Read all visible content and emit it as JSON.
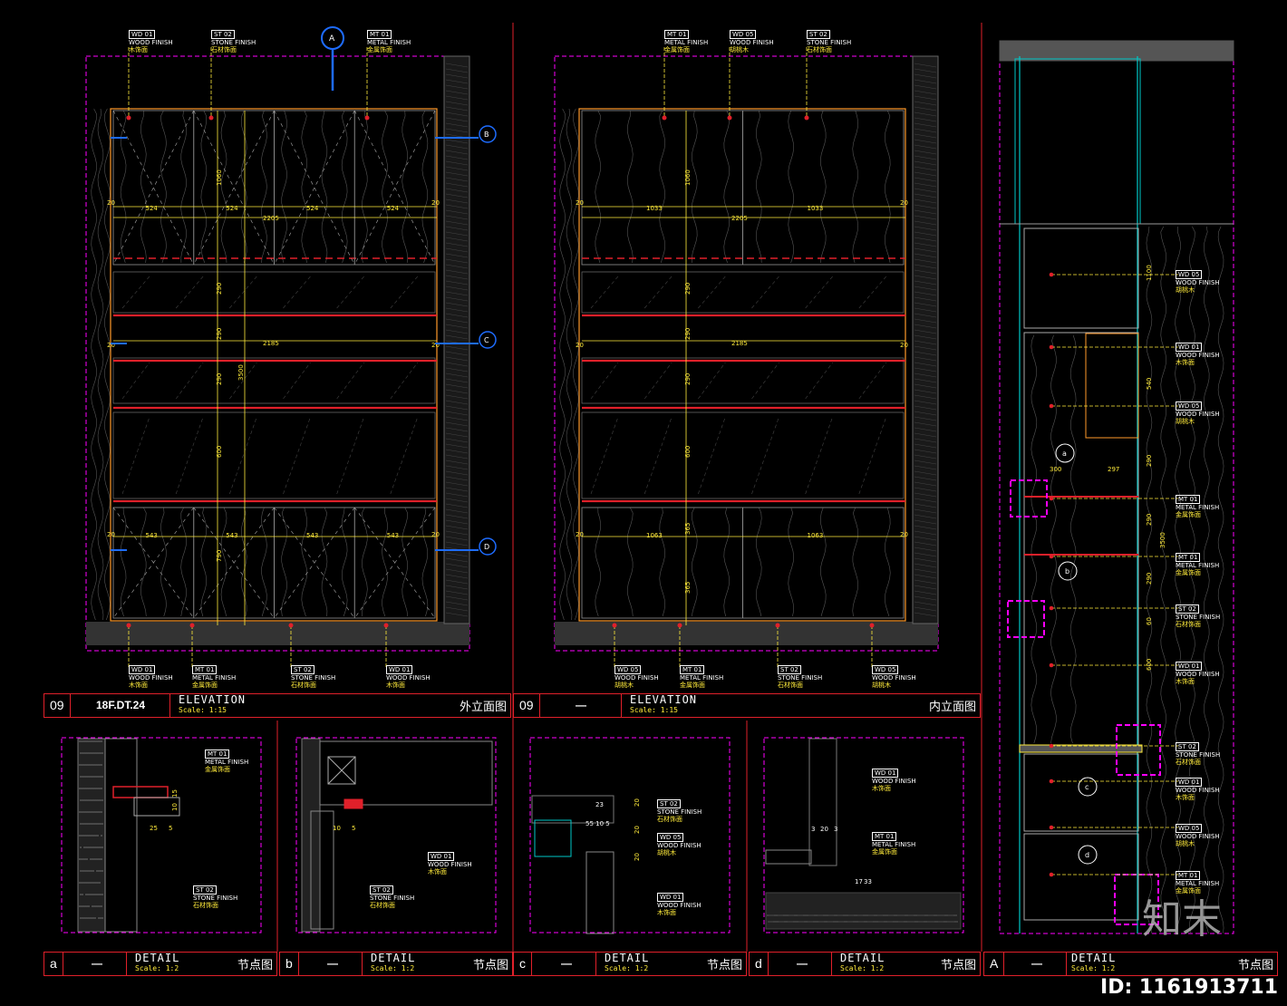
{
  "sheets": {
    "elev_outer": {
      "id": "09",
      "ref": "18F.DT.24",
      "title": "ELEVATION",
      "scale": "Scale: 1:15",
      "cn": "外立面图"
    },
    "elev_inner": {
      "id": "09",
      "ref": "—",
      "title": "ELEVATION",
      "scale": "Scale: 1:15",
      "cn": "内立面图"
    },
    "detail_a": {
      "id": "a",
      "ref": "—",
      "title": "DETAIL",
      "scale": "Scale: 1:2",
      "cn": "节点图"
    },
    "detail_b": {
      "id": "b",
      "ref": "—",
      "title": "DETAIL",
      "scale": "Scale: 1:2",
      "cn": "节点图"
    },
    "detail_c": {
      "id": "c",
      "ref": "—",
      "title": "DETAIL",
      "scale": "Scale: 1:2",
      "cn": "节点图"
    },
    "detail_d": {
      "id": "d",
      "ref": "—",
      "title": "DETAIL",
      "scale": "Scale: 1:2",
      "cn": "节点图"
    },
    "section_A": {
      "id": "A",
      "ref": "—",
      "title": "DETAIL",
      "scale": "Scale: 1:2",
      "cn": "节点图"
    }
  },
  "tags": {
    "t1": {
      "code": "WD 01",
      "name": "WOOD FINISH",
      "zh": "木饰面"
    },
    "t2": {
      "code": "ST 02",
      "name": "STONE FINISH",
      "zh": "石材饰面"
    },
    "t3": {
      "code": "MT 01",
      "name": "METAL FINISH",
      "zh": "金属饰面"
    },
    "t4": {
      "code": "MT 01",
      "name": "METAL FINISH",
      "zh": "金属饰面"
    },
    "t5": {
      "code": "WD 05",
      "name": "WOOD FINISH",
      "zh": "胡桃木"
    },
    "t6": {
      "code": "ST 02",
      "name": "STONE FINISH",
      "zh": "石材饰面"
    },
    "b1": {
      "code": "WD 01",
      "name": "WOOD FINISH",
      "zh": "木饰面"
    },
    "b2": {
      "code": "MT 01",
      "name": "METAL FINISH",
      "zh": "金属饰面"
    },
    "b3": {
      "code": "ST 02",
      "name": "STONE FINISH",
      "zh": "石材饰面"
    },
    "b4": {
      "code": "WD 01",
      "name": "WOOD FINISH",
      "zh": "木饰面"
    },
    "b5": {
      "code": "WD 05",
      "name": "WOOD FINISH",
      "zh": "胡桃木"
    },
    "b6": {
      "code": "MT 01",
      "name": "METAL FINISH",
      "zh": "金属饰面"
    },
    "b7": {
      "code": "ST 02",
      "name": "STONE FINISH",
      "zh": "石材饰面"
    },
    "b8": {
      "code": "WD 05",
      "name": "WOOD FINISH",
      "zh": "胡桃木"
    },
    "r1": {
      "code": "WD 05",
      "name": "WOOD FINISH",
      "zh": "胡桃木"
    },
    "r2": {
      "code": "WD 01",
      "name": "WOOD FINISH",
      "zh": "木饰面"
    },
    "r3": {
      "code": "WD 05",
      "name": "WOOD FINISH",
      "zh": "胡桃木"
    },
    "r4": {
      "code": "MT 01",
      "name": "METAL FINISH",
      "zh": "金属饰面"
    },
    "r5": {
      "code": "MT 01",
      "name": "METAL FINISH",
      "zh": "金属饰面"
    },
    "r6": {
      "code": "ST 02",
      "name": "STONE FINISH",
      "zh": "石材饰面"
    },
    "r7": {
      "code": "WD 01",
      "name": "WOOD FINISH",
      "zh": "木饰面"
    },
    "r8": {
      "code": "ST 02",
      "name": "STONE FINISH",
      "zh": "石材饰面"
    },
    "r9": {
      "code": "WD 01",
      "name": "WOOD FINISH",
      "zh": "木饰面"
    },
    "r10": {
      "code": "WD 05",
      "name": "WOOD FINISH",
      "zh": "胡桃木"
    },
    "r11": {
      "code": "MT 01",
      "name": "METAL FINISH",
      "zh": "金属饰面"
    },
    "da1": {
      "code": "MT 01",
      "name": "METAL FINISH",
      "zh": "金属饰面"
    },
    "da2": {
      "code": "ST 02",
      "name": "STONE FINISH",
      "zh": "石材饰面"
    },
    "db1": {
      "code": "WD 01",
      "name": "WOOD FINISH",
      "zh": "木饰面"
    },
    "db2": {
      "code": "ST 02",
      "name": "STONE FINISH",
      "zh": "石材饰面"
    },
    "dc1": {
      "code": "ST 02",
      "name": "STONE FINISH",
      "zh": "石材饰面"
    },
    "dc2": {
      "code": "WD 05",
      "name": "WOOD FINISH",
      "zh": "胡桃木"
    },
    "dc3": {
      "code": "WD 01",
      "name": "WOOD FINISH",
      "zh": "木饰面"
    },
    "dd1": {
      "code": "WD 01",
      "name": "WOOD FINISH",
      "zh": "木饰面"
    },
    "dd2": {
      "code": "MT 01",
      "name": "METAL FINISH",
      "zh": "金属饰面"
    }
  },
  "callouts": {
    "a": "a",
    "b": "b",
    "c": "c",
    "d": "d",
    "A": "A",
    "B": "B",
    "C": "C",
    "D": "D"
  },
  "dims": {
    "outer_top": [
      "524",
      "524",
      "524",
      "524"
    ],
    "outer_total": "2205",
    "outer_mid": "2185",
    "outer_bottom": [
      "543",
      "543",
      "543",
      "543"
    ],
    "outer_v": [
      "1060",
      "290",
      "290",
      "290",
      "600",
      "790"
    ],
    "outer_height": "3500",
    "inner_top": [
      "1033",
      "1033"
    ],
    "inner_total": "2205",
    "inner_mid": "2185",
    "inner_bottom": [
      "1063",
      "1063"
    ],
    "inner_v": [
      "1060",
      "290",
      "290",
      "290",
      "600",
      "365",
      "365"
    ],
    "right_v": [
      "1100",
      "540",
      "290",
      "290",
      "290",
      "600",
      "60",
      "3500"
    ],
    "right_h": [
      "300",
      "297"
    ],
    "edge": "20"
  },
  "watermark": {
    "id": "ID: 1161913711",
    "brand": "知末"
  }
}
